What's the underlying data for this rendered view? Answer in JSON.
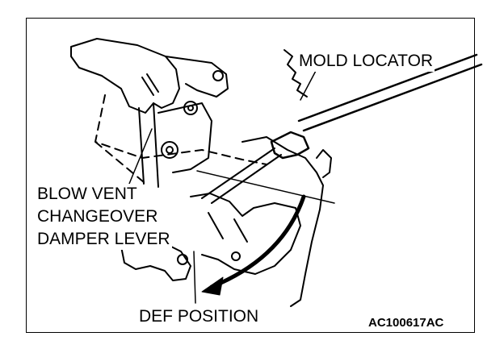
{
  "labels": {
    "mold_locator": "MOLD LOCATOR",
    "blow_vent_line1": "BLOW VENT",
    "blow_vent_line2": "CHANGEOVER",
    "blow_vent_line3": "DAMPER LEVER",
    "def_position": "DEF POSITION"
  },
  "figure_code": "AC100617AC"
}
